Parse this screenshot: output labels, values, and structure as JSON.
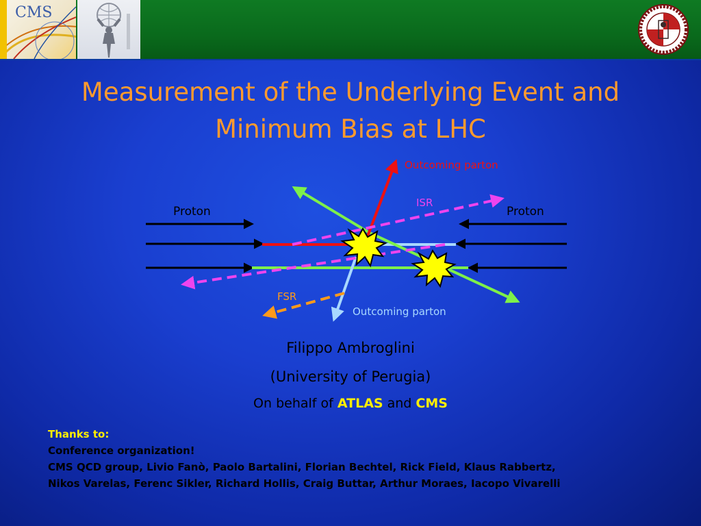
{
  "header": {
    "logos": [
      "cms-logo",
      "atlas-logo",
      "university-seal"
    ],
    "logo_text": {
      "cms": "CMS"
    }
  },
  "slide": {
    "title_line1": "Measurement of the Underlying Event and",
    "title_line2": "Minimum Bias at LHC"
  },
  "diagram": {
    "labels": {
      "outcoming_parton_top": "Outcoming parton",
      "isr": "ISR",
      "proton_left": "Proton",
      "proton_right": "Proton",
      "fsr": "FSR",
      "outcoming_parton_bottom": "Outcoming parton"
    }
  },
  "author": {
    "name": "Filippo Ambroglini",
    "affiliation": "(University of Perugia)",
    "behalf_prefix": "On behalf of ",
    "exp1": "ATLAS",
    "and": " and ",
    "exp2": "CMS"
  },
  "thanks": {
    "heading": "Thanks to:",
    "line1": "Conference organization!",
    "line2": "CMS QCD group, Livio Fanò, Paolo Bartalini, Florian Bechtel, Rick Field, Klaus Rabbertz,",
    "line3": "Nikos Varelas, Ferenc Sikler, Richard Hollis, Craig Buttar, Arthur Moraes, Iacopo Vivarelli"
  },
  "colors": {
    "title": "#ff9a2e",
    "highlight": "#ffee00",
    "header_green": "#0a6a1c",
    "background": "#1a3fd0"
  }
}
